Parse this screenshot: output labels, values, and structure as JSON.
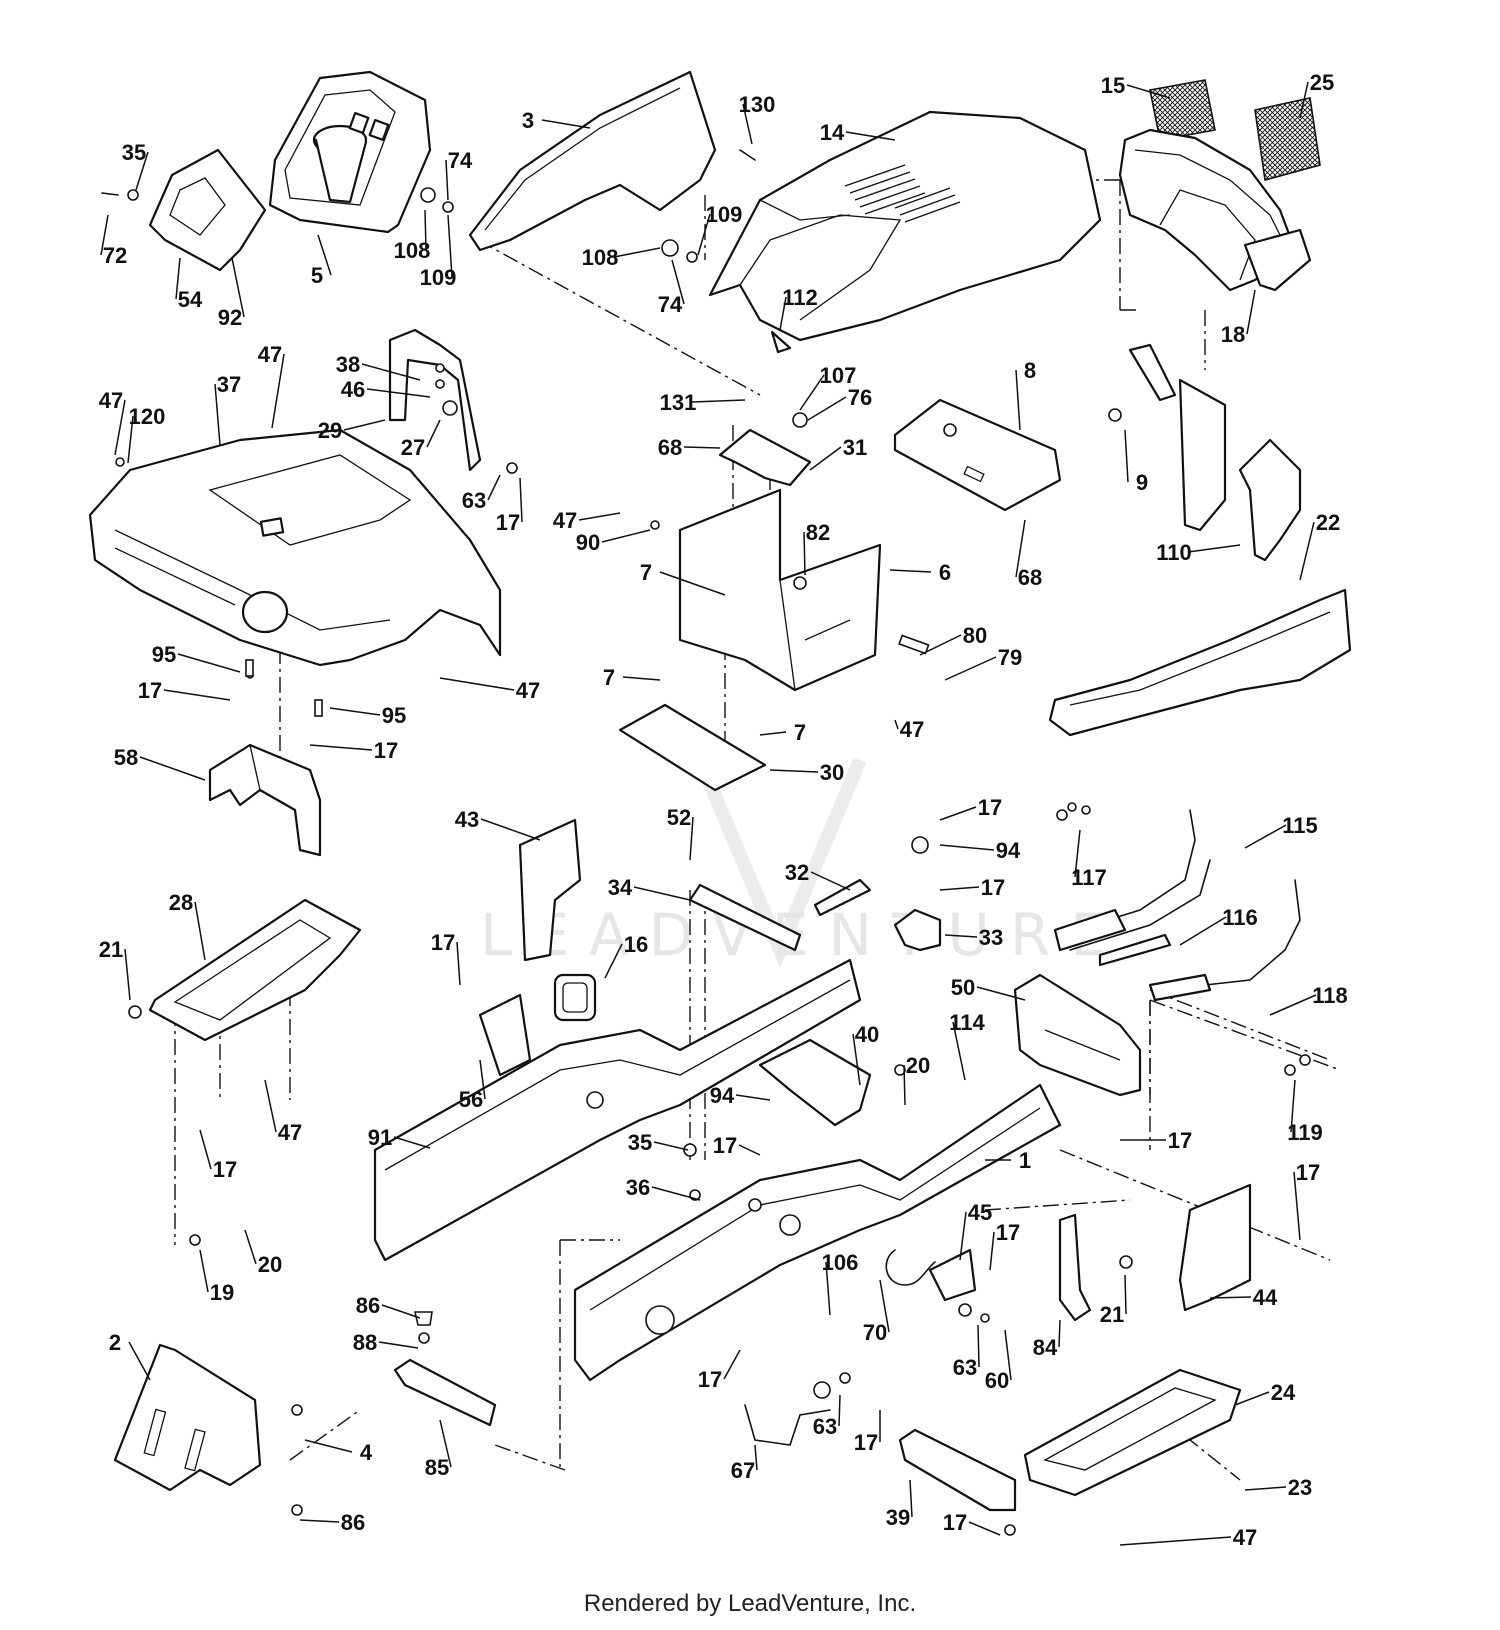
{
  "footer": "Rendered by LeadVenture, Inc.",
  "watermark": "LEADVENTURE",
  "colors": {
    "ink": "#111111",
    "paper": "#ffffff",
    "watermark": "#e6e6e6"
  },
  "callouts": [
    {
      "id": "c1",
      "label": "130"
    },
    {
      "id": "c2",
      "label": "3"
    },
    {
      "id": "c3",
      "label": "14"
    },
    {
      "id": "c4",
      "label": "15"
    },
    {
      "id": "c5",
      "label": "25"
    },
    {
      "id": "c6",
      "label": "35"
    },
    {
      "id": "c7",
      "label": "74"
    },
    {
      "id": "c8",
      "label": "72"
    },
    {
      "id": "c9",
      "label": "5"
    },
    {
      "id": "c10",
      "label": "108"
    },
    {
      "id": "c11",
      "label": "109"
    },
    {
      "id": "c12",
      "label": "54"
    },
    {
      "id": "c13",
      "label": "92"
    },
    {
      "id": "c14",
      "label": "109"
    },
    {
      "id": "c15",
      "label": "108"
    },
    {
      "id": "c16",
      "label": "74"
    },
    {
      "id": "c17",
      "label": "112"
    },
    {
      "id": "c18",
      "label": "18"
    },
    {
      "id": "c19",
      "label": "47"
    },
    {
      "id": "c20",
      "label": "38"
    },
    {
      "id": "c21",
      "label": "46"
    },
    {
      "id": "c22",
      "label": "37"
    },
    {
      "id": "c23",
      "label": "47"
    },
    {
      "id": "c24",
      "label": "120"
    },
    {
      "id": "c25",
      "label": "29"
    },
    {
      "id": "c26",
      "label": "27"
    },
    {
      "id": "c27",
      "label": "131"
    },
    {
      "id": "c28",
      "label": "107"
    },
    {
      "id": "c29",
      "label": "76"
    },
    {
      "id": "c30",
      "label": "8"
    },
    {
      "id": "c31",
      "label": "68"
    },
    {
      "id": "c32",
      "label": "31"
    },
    {
      "id": "c33",
      "label": "9"
    },
    {
      "id": "c34",
      "label": "63"
    },
    {
      "id": "c35",
      "label": "17"
    },
    {
      "id": "c36",
      "label": "47"
    },
    {
      "id": "c37",
      "label": "90"
    },
    {
      "id": "c38",
      "label": "82"
    },
    {
      "id": "c39",
      "label": "110"
    },
    {
      "id": "c40",
      "label": "22"
    },
    {
      "id": "c41",
      "label": "68"
    },
    {
      "id": "c42",
      "label": "7"
    },
    {
      "id": "c43",
      "label": "6"
    },
    {
      "id": "c44",
      "label": "95"
    },
    {
      "id": "c45",
      "label": "80"
    },
    {
      "id": "c46",
      "label": "79"
    },
    {
      "id": "c47",
      "label": "7"
    },
    {
      "id": "c48",
      "label": "47"
    },
    {
      "id": "c49",
      "label": "17"
    },
    {
      "id": "c50",
      "label": "95"
    },
    {
      "id": "c51",
      "label": "47"
    },
    {
      "id": "c52",
      "label": "7"
    },
    {
      "id": "c53",
      "label": "58"
    },
    {
      "id": "c54",
      "label": "17"
    },
    {
      "id": "c55",
      "label": "30"
    },
    {
      "id": "c56",
      "label": "43"
    },
    {
      "id": "c57",
      "label": "52"
    },
    {
      "id": "c58",
      "label": "17"
    },
    {
      "id": "c59",
      "label": "94"
    },
    {
      "id": "c60",
      "label": "115"
    },
    {
      "id": "c61",
      "label": "117"
    },
    {
      "id": "c62",
      "label": "34"
    },
    {
      "id": "c63",
      "label": "32"
    },
    {
      "id": "c64",
      "label": "17"
    },
    {
      "id": "c65",
      "label": "28"
    },
    {
      "id": "c66",
      "label": "116"
    },
    {
      "id": "c67",
      "label": "33"
    },
    {
      "id": "c68",
      "label": "21"
    },
    {
      "id": "c69",
      "label": "17"
    },
    {
      "id": "c70",
      "label": "16"
    },
    {
      "id": "c71",
      "label": "50"
    },
    {
      "id": "c72",
      "label": "118"
    },
    {
      "id": "c73",
      "label": "114"
    },
    {
      "id": "c74",
      "label": "40"
    },
    {
      "id": "c75",
      "label": "20"
    },
    {
      "id": "c76",
      "label": "56"
    },
    {
      "id": "c77",
      "label": "47"
    },
    {
      "id": "c78",
      "label": "94"
    },
    {
      "id": "c79",
      "label": "119"
    },
    {
      "id": "c80",
      "label": "91"
    },
    {
      "id": "c81",
      "label": "35"
    },
    {
      "id": "c82",
      "label": "17"
    },
    {
      "id": "c83",
      "label": "17"
    },
    {
      "id": "c84",
      "label": "17"
    },
    {
      "id": "c85",
      "label": "1"
    },
    {
      "id": "c86",
      "label": "36"
    },
    {
      "id": "c87",
      "label": "17"
    },
    {
      "id": "c88",
      "label": "45"
    },
    {
      "id": "c89",
      "label": "17"
    },
    {
      "id": "c90",
      "label": "20"
    },
    {
      "id": "c91",
      "label": "19"
    },
    {
      "id": "c92",
      "label": "106"
    },
    {
      "id": "c93",
      "label": "44"
    },
    {
      "id": "c94",
      "label": "86"
    },
    {
      "id": "c95",
      "label": "21"
    },
    {
      "id": "c96",
      "label": "88"
    },
    {
      "id": "c97",
      "label": "70"
    },
    {
      "id": "c98",
      "label": "2"
    },
    {
      "id": "c99",
      "label": "84"
    },
    {
      "id": "c100",
      "label": "63"
    },
    {
      "id": "c101",
      "label": "60"
    },
    {
      "id": "c102",
      "label": "17"
    },
    {
      "id": "c103",
      "label": "24"
    },
    {
      "id": "c104",
      "label": "4"
    },
    {
      "id": "c105",
      "label": "63"
    },
    {
      "id": "c106",
      "label": "17"
    },
    {
      "id": "c107",
      "label": "85"
    },
    {
      "id": "c108",
      "label": "23"
    },
    {
      "id": "c109",
      "label": "67"
    },
    {
      "id": "c110",
      "label": "86"
    },
    {
      "id": "c111",
      "label": "39"
    },
    {
      "id": "c112",
      "label": "17"
    },
    {
      "id": "c113",
      "label": "47"
    }
  ]
}
